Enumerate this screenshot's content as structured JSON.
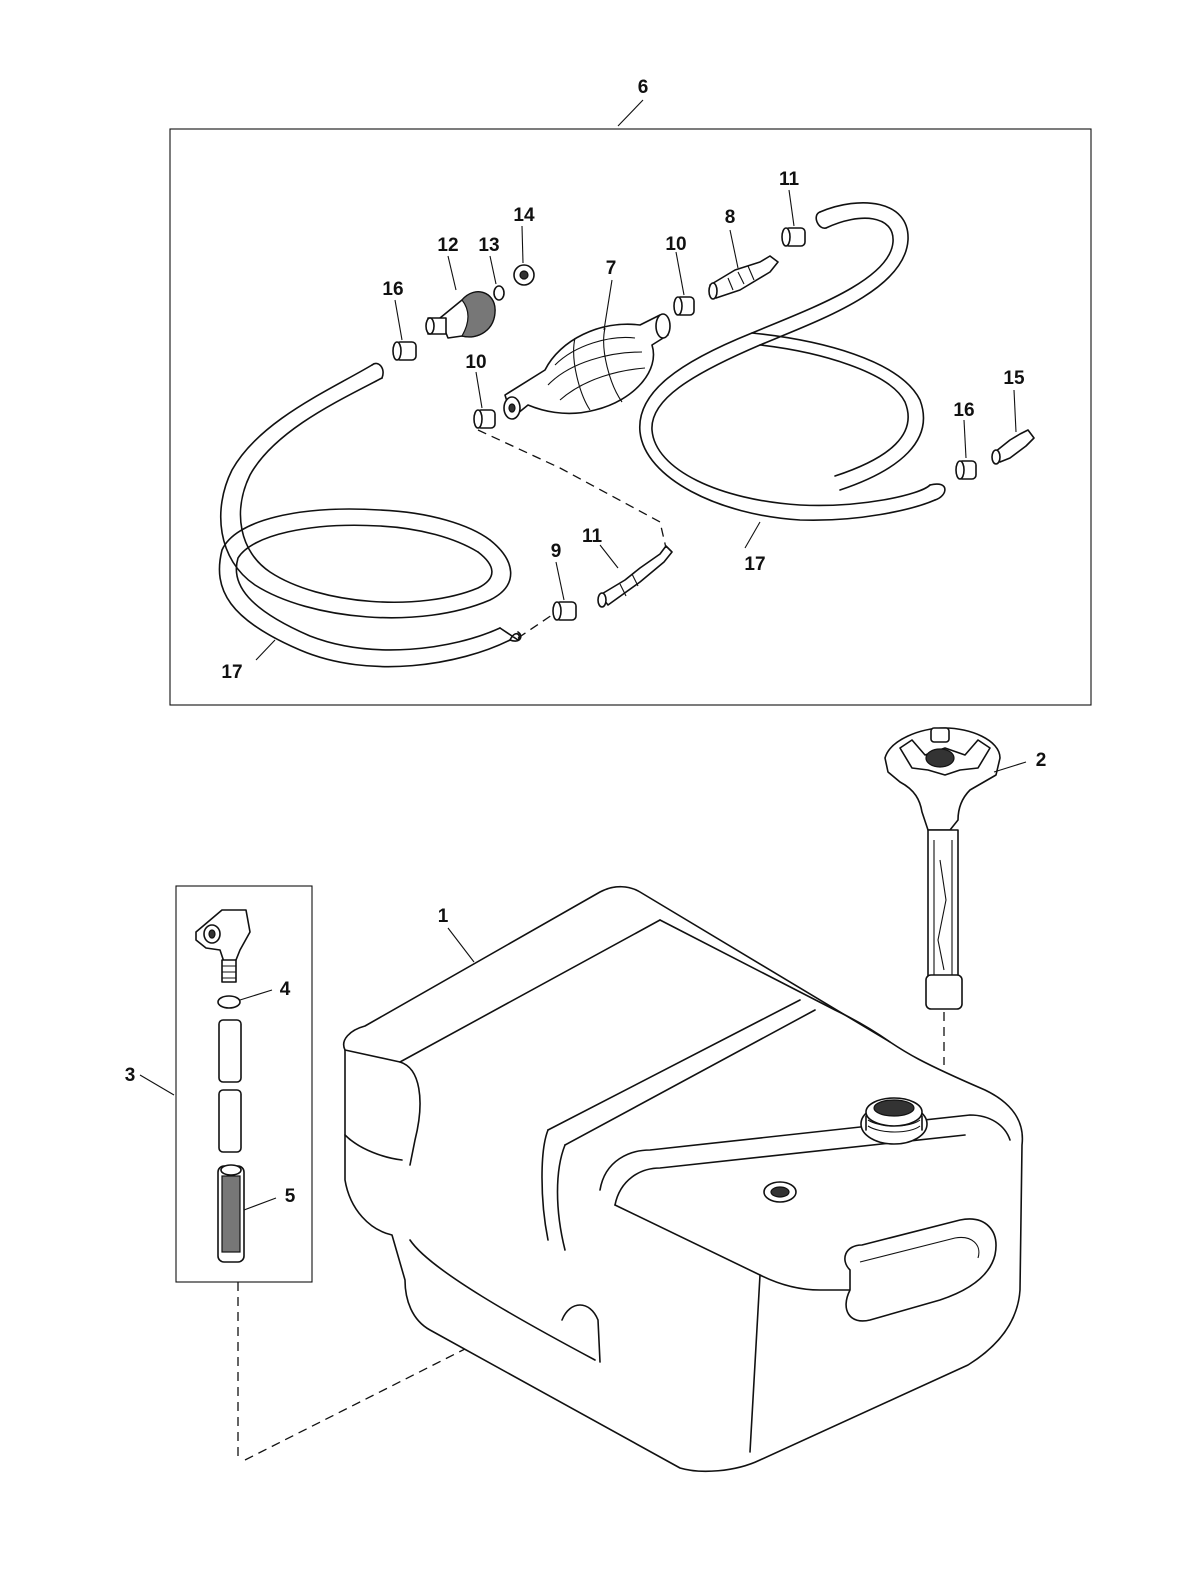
{
  "callouts": [
    {
      "id": "c6",
      "label": "6"
    },
    {
      "id": "c11a",
      "label": "11"
    },
    {
      "id": "c14",
      "label": "14"
    },
    {
      "id": "c8",
      "label": "8"
    },
    {
      "id": "c12",
      "label": "12"
    },
    {
      "id": "c13",
      "label": "13"
    },
    {
      "id": "c10a",
      "label": "10"
    },
    {
      "id": "c7",
      "label": "7"
    },
    {
      "id": "c16a",
      "label": "16"
    },
    {
      "id": "c10b",
      "label": "10"
    },
    {
      "id": "c15",
      "label": "15"
    },
    {
      "id": "c16b",
      "label": "16"
    },
    {
      "id": "c11b",
      "label": "11"
    },
    {
      "id": "c9",
      "label": "9"
    },
    {
      "id": "c17a",
      "label": "17"
    },
    {
      "id": "c17b",
      "label": "17"
    },
    {
      "id": "c2",
      "label": "2"
    },
    {
      "id": "c1",
      "label": "1"
    },
    {
      "id": "c4",
      "label": "4"
    },
    {
      "id": "c3",
      "label": "3"
    },
    {
      "id": "c5",
      "label": "5"
    }
  ]
}
